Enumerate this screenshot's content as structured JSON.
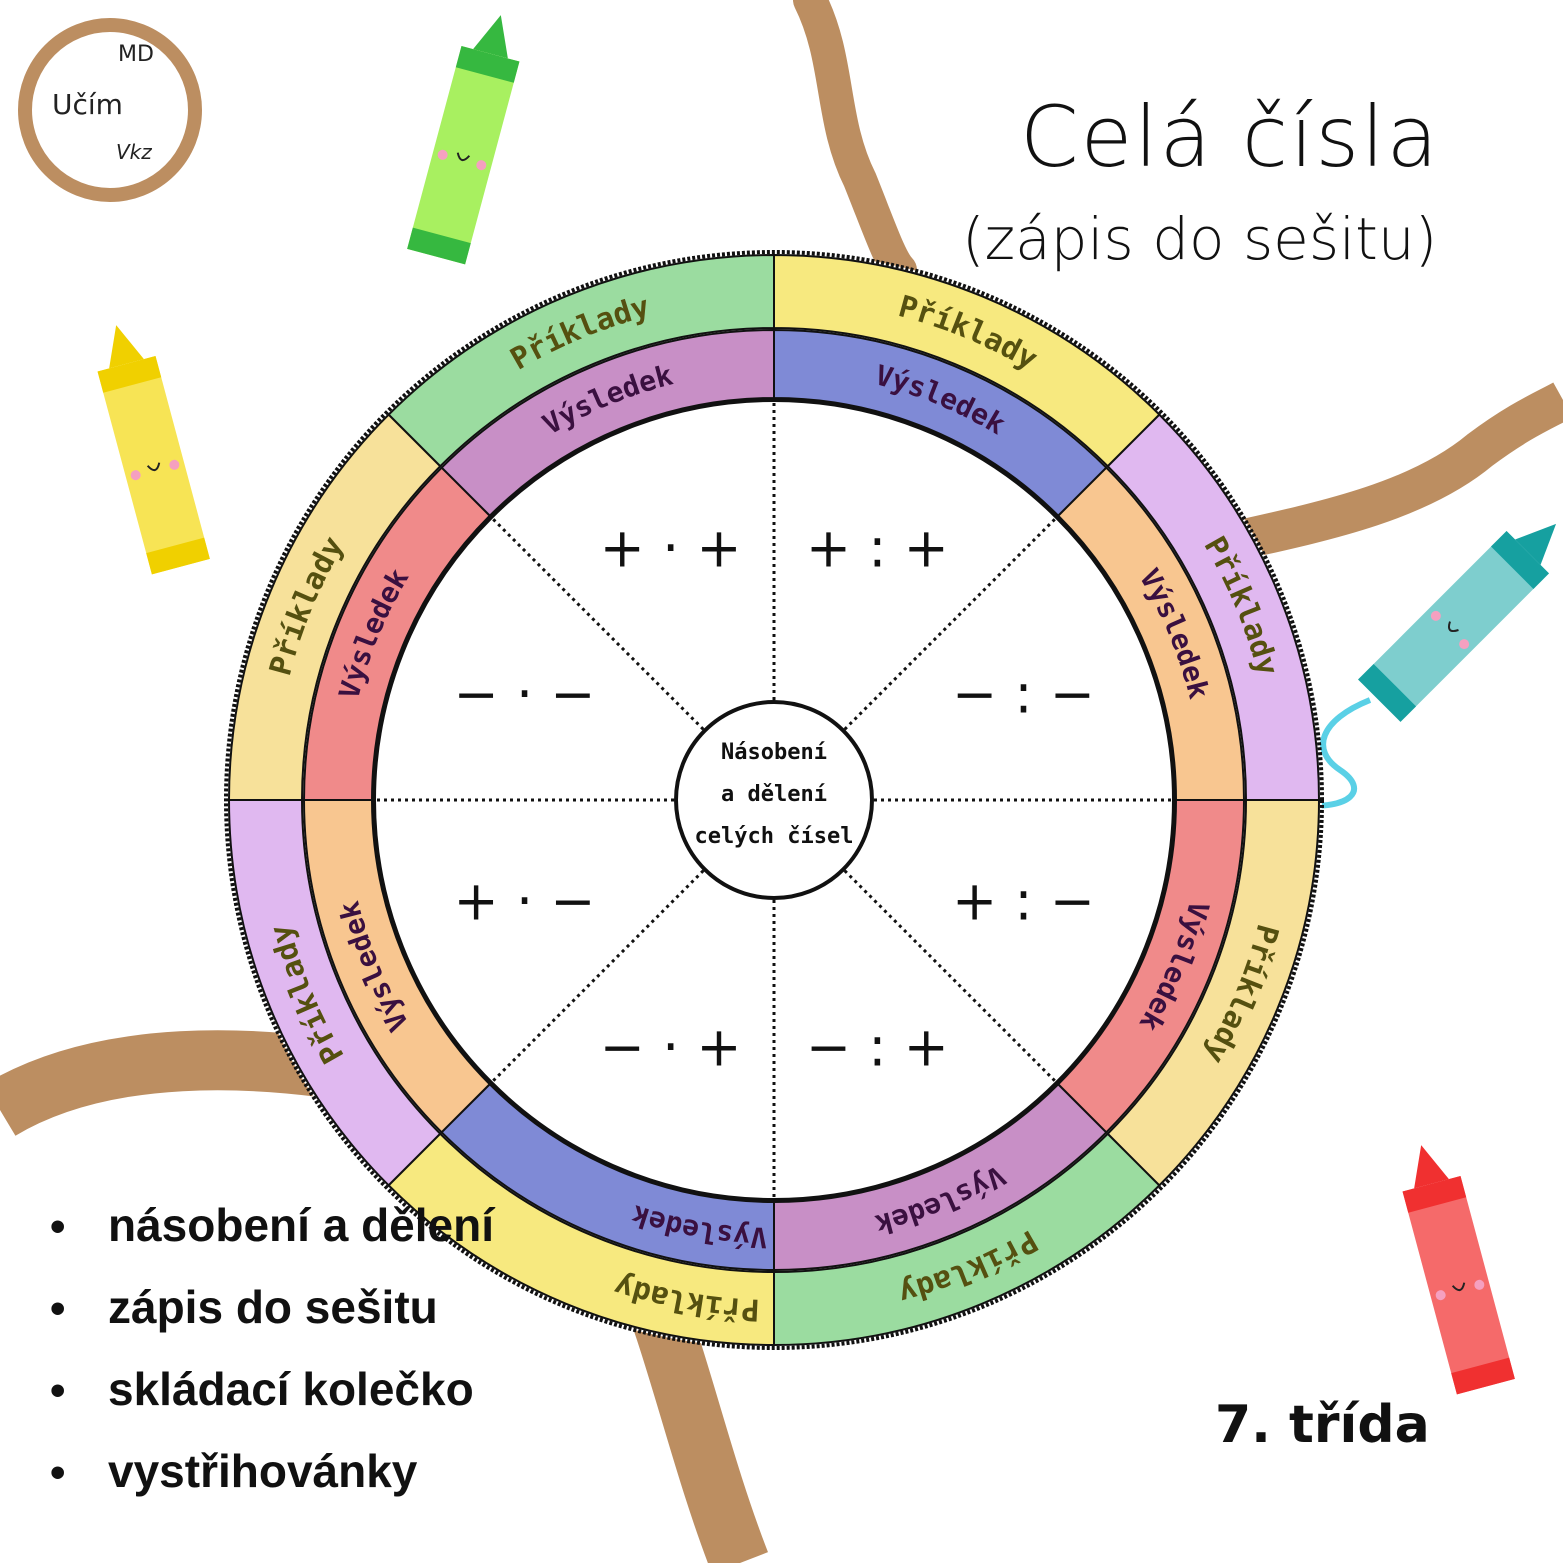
{
  "logo": {
    "word": "Učím",
    "top": "MD",
    "bottom": "Vkz"
  },
  "header": {
    "title": "Celá čísla",
    "subtitle": "(zápis do sešitu)"
  },
  "wheel": {
    "center_label": [
      "Násobení",
      "a dělení",
      "celých čísel"
    ],
    "outer_label": "Příklady",
    "inner_label": "Výsledek",
    "segments": [
      {
        "outer_color": "#f7e97f",
        "inner_color": "#7f8ad6",
        "expression": [
          "+",
          ":",
          "+"
        ]
      },
      {
        "outer_color": "#9bdca0",
        "inner_color": "#c88fc6",
        "expression": [
          "+",
          "·",
          "+"
        ]
      },
      {
        "outer_color": "#f7e19a",
        "inner_color": "#f08a8a",
        "expression": [
          "−",
          "·",
          "−"
        ]
      },
      {
        "outer_color": "#e0b8f0",
        "inner_color": "#f8c690",
        "expression": [
          "+",
          "·",
          "−"
        ]
      },
      {
        "outer_color": "#f7e97f",
        "inner_color": "#7f8ad6",
        "expression": [
          "−",
          "·",
          "+"
        ]
      },
      {
        "outer_color": "#9bdca0",
        "inner_color": "#c88fc6",
        "expression": [
          "−",
          ":",
          "+"
        ]
      },
      {
        "outer_color": "#f7e19a",
        "inner_color": "#f08a8a",
        "expression": [
          "+",
          ":",
          "−"
        ]
      },
      {
        "outer_color": "#e0b8f0",
        "inner_color": "#f8c690",
        "expression": [
          "−",
          ":",
          "−"
        ]
      }
    ]
  },
  "bullets": [
    "násobení a dělení",
    "zápis do sešitu",
    "skládací kolečko",
    "vystřihovánky"
  ],
  "grade": "7. třída",
  "colors": {
    "stain": "#b07a45",
    "text": "#111111"
  }
}
